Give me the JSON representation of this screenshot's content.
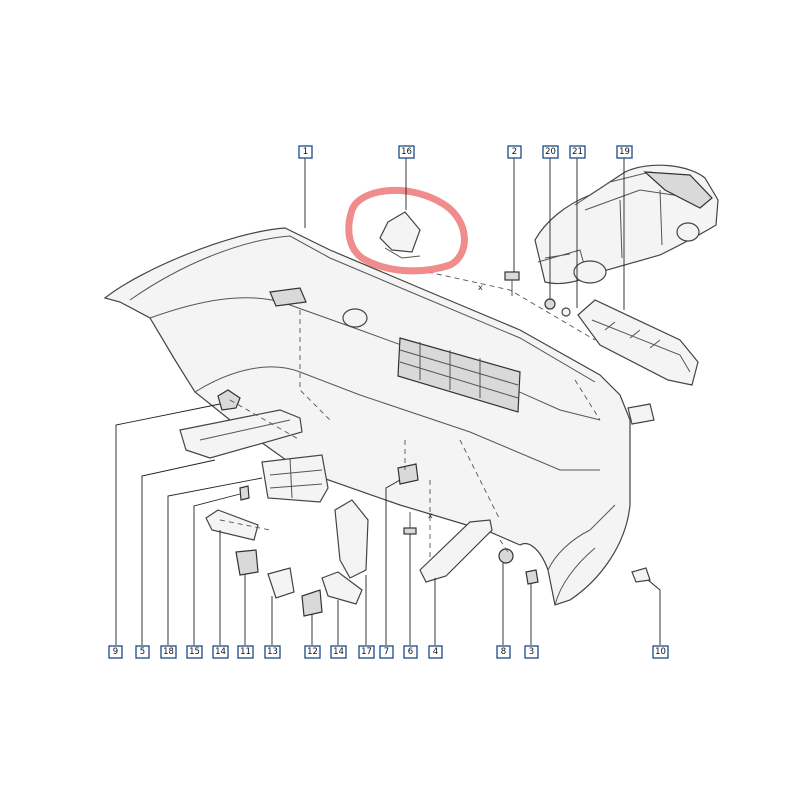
{
  "colors": {
    "highlight": "#f07f7f",
    "label_border": "#1a4b8c",
    "line": "#444444"
  },
  "x_mark": "x",
  "top_labels": [
    {
      "id": "lbl-1",
      "text": "1"
    },
    {
      "id": "lbl-16",
      "text": "16"
    },
    {
      "id": "lbl-2",
      "text": "2"
    },
    {
      "id": "lbl-20",
      "text": "20"
    },
    {
      "id": "lbl-21",
      "text": "21"
    },
    {
      "id": "lbl-19",
      "text": "19"
    }
  ],
  "bottom_labels": [
    {
      "id": "lbl-9",
      "text": "9"
    },
    {
      "id": "lbl-5",
      "text": "5"
    },
    {
      "id": "lbl-18",
      "text": "18"
    },
    {
      "id": "lbl-15",
      "text": "15"
    },
    {
      "id": "lbl-14a",
      "text": "14"
    },
    {
      "id": "lbl-11",
      "text": "11"
    },
    {
      "id": "lbl-13",
      "text": "13"
    },
    {
      "id": "lbl-12",
      "text": "12"
    },
    {
      "id": "lbl-14b",
      "text": "14"
    },
    {
      "id": "lbl-17",
      "text": "17"
    },
    {
      "id": "lbl-7",
      "text": "7"
    },
    {
      "id": "lbl-6",
      "text": "6"
    },
    {
      "id": "lbl-4",
      "text": "4"
    },
    {
      "id": "lbl-8",
      "text": "8"
    },
    {
      "id": "lbl-3",
      "text": "3"
    },
    {
      "id": "lbl-10",
      "text": "10"
    }
  ]
}
